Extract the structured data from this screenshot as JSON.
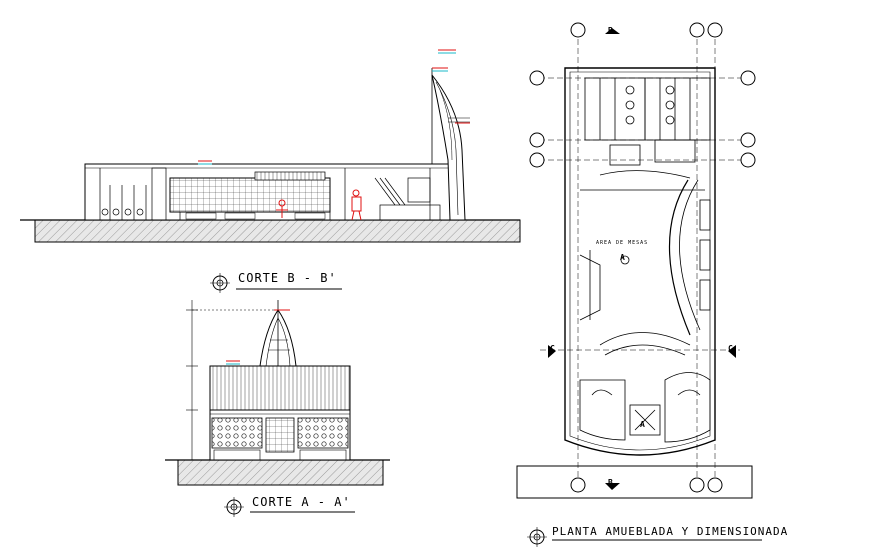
{
  "sections": {
    "b": {
      "title": "CORTE  B - B'"
    },
    "a": {
      "title": "CORTE  A - A'"
    }
  },
  "plan": {
    "title": "PLANTA AMUEBLADA Y DIMENSIONADA",
    "axis_letters": [
      "B",
      "B",
      "C",
      "C",
      "A",
      "A"
    ],
    "room_label": "AREA DE MESAS"
  },
  "colors": {
    "line": "#000000",
    "accent_red": "#e01010",
    "accent_cyan": "#18b8c8",
    "ground": "#d9d9d9"
  }
}
